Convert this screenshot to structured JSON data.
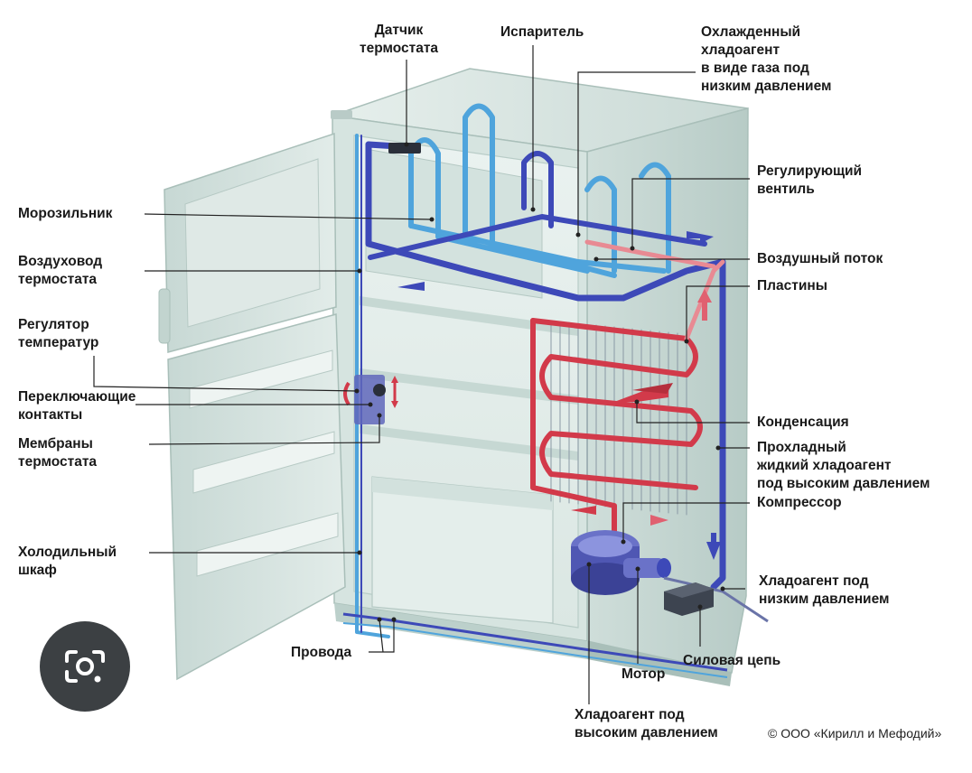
{
  "labels": {
    "thermostat_sensor": [
      "Датчик",
      "термостата"
    ],
    "evaporator": [
      "Испаритель"
    ],
    "cooled_refrigerant": [
      "Охлажденный",
      "хладоагент",
      "в виде газа под",
      "низким давлением"
    ],
    "freezer": [
      "Морозильник"
    ],
    "thermostat_duct": [
      "Воздуховод",
      "термостата"
    ],
    "temp_regulator": [
      "Регулятор",
      "температур"
    ],
    "switch_contacts": [
      "Переключающие",
      "контакты"
    ],
    "thermostat_membranes": [
      "Мембраны",
      "термостата"
    ],
    "fridge_cabinet": [
      "Холодильный",
      "шкаф"
    ],
    "wires": [
      "Провода"
    ],
    "regulating_valve": [
      "Регулирующий",
      "вентиль"
    ],
    "air_flow": [
      "Воздушный поток"
    ],
    "plates": [
      "Пластины"
    ],
    "condensation": [
      "Конденсация"
    ],
    "cool_liquid": [
      "Прохладный",
      "жидкий хладоагент",
      "под высоким давлением"
    ],
    "compressor": [
      "Компрессор"
    ],
    "low_pressure_refrigerant": [
      "Хладоагент под",
      "низким давлением"
    ],
    "power_circuit": [
      "Силовая цепь"
    ],
    "motor": [
      "Мотор"
    ],
    "high_pressure_refrigerant": [
      "Хладоагент под",
      "высоким давлением"
    ]
  },
  "copyright": "© ООО «Кирилл и Мефодий»",
  "icons": {
    "lens": "google-lens-icon"
  },
  "colors": {
    "cold_pipe": "#3d49b8",
    "cold_pipe_light": "#4fa4dc",
    "hot_pipe": "#d23a4a",
    "cabinet": "#dbe8e4",
    "leader": "#222222"
  }
}
